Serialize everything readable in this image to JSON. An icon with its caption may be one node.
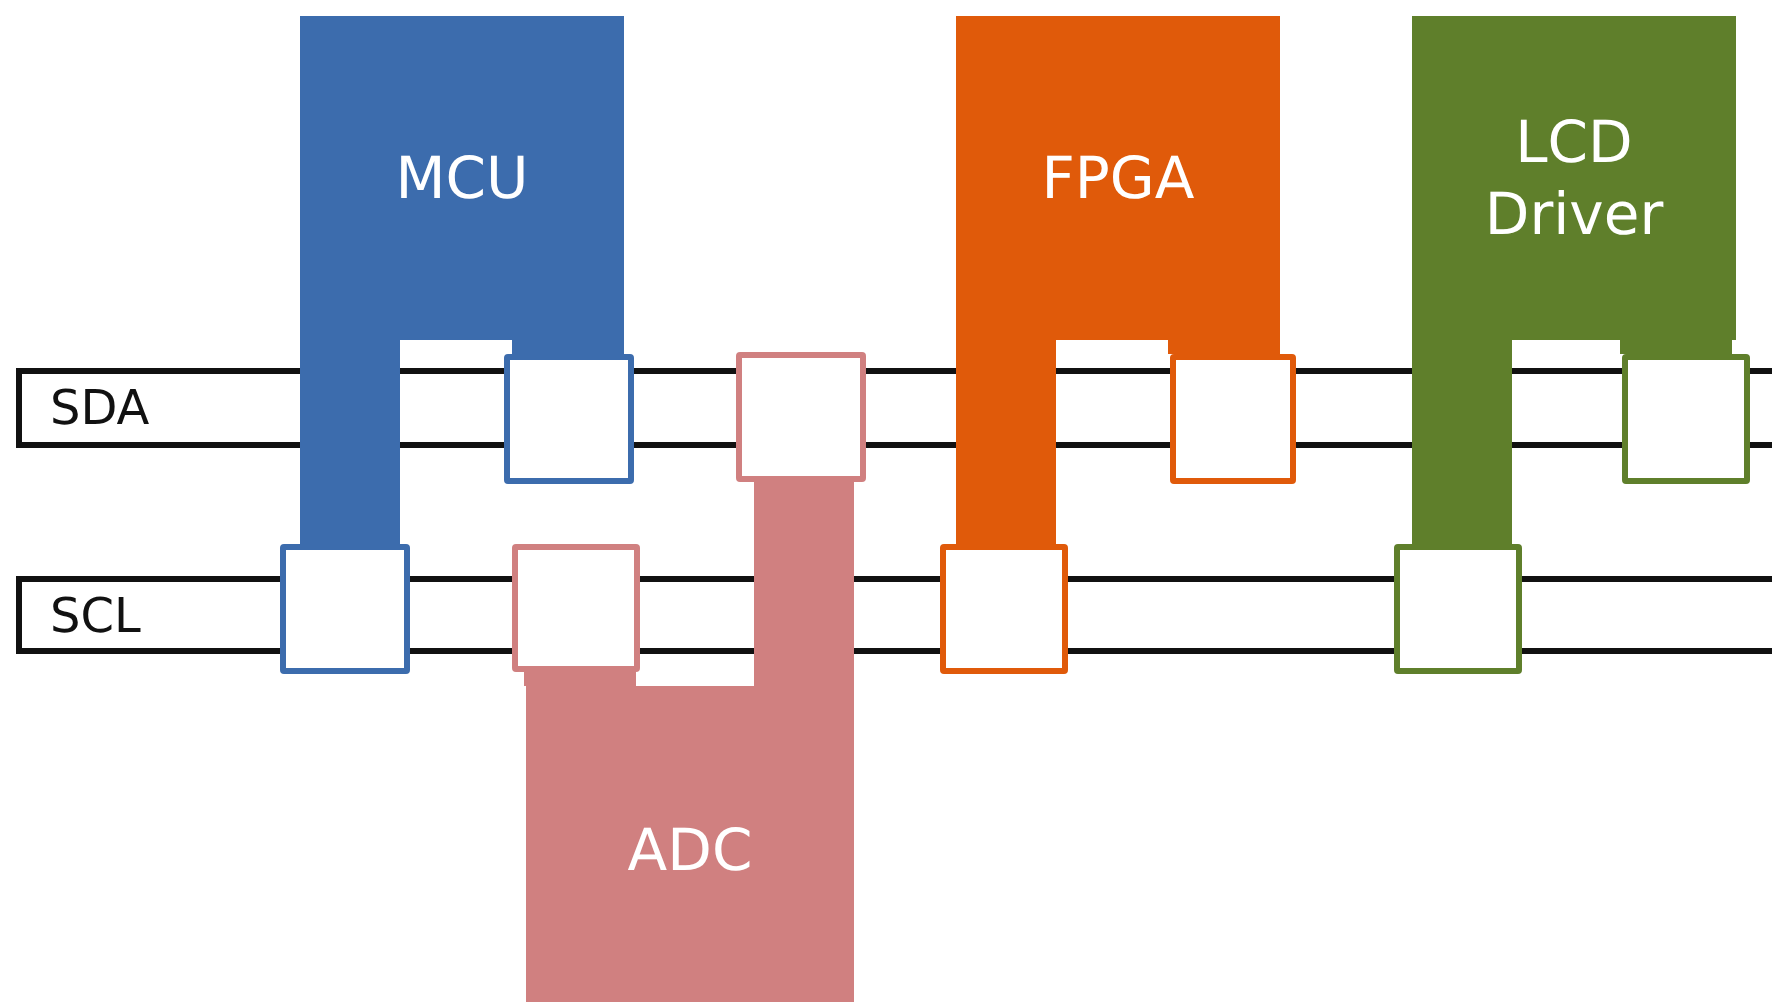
{
  "diagram": {
    "nodes": [
      {
        "text": [
          "MCU"
        ]
      },
      {
        "text": [
          "FPGA"
        ]
      },
      {
        "text": [
          "LCD Driver"
        ]
      },
      {
        "text": [
          "SDA"
        ]
      },
      {
        "text": [],
        "shape": "box"
      },
      {
        "text": [],
        "shape": "box"
      },
      {
        "text": [],
        "shape": "box"
      },
      {
        "text": [],
        "shape": "box"
      },
      {
        "text": [
          "SCL"
        ]
      },
      {
        "text": [],
        "shape": "box"
      },
      {
        "text": [],
        "shape": "box"
      },
      {
        "text": [],
        "shape": "box"
      },
      {
        "text": [],
        "shape": "box"
      },
      {
        "text": [
          "ADC"
        ]
      }
    ],
    "edges": [
      {
        "from": 0,
        "to": 9,
        "arrow": "none",
        "color": "#3c6cad"
      },
      {
        "from": 0,
        "to": 4,
        "arrow": "none",
        "color": "#3c6cad"
      },
      {
        "from": 1,
        "to": 11,
        "arrow": "none",
        "color": "#e05a0a"
      },
      {
        "from": 1,
        "to": 6,
        "arrow": "none",
        "color": "#e05a0a"
      },
      {
        "from": 2,
        "to": 12,
        "arrow": "none",
        "color": "#5f7f2b"
      },
      {
        "from": 2,
        "to": 7,
        "arrow": "none",
        "color": "#5f7f2b"
      },
      {
        "from": 13,
        "to": 10,
        "arrow": "none",
        "color": "#d08080"
      },
      {
        "from": 13,
        "to": 5,
        "arrow": "none",
        "color": "#d08080"
      }
    ]
  }
}
